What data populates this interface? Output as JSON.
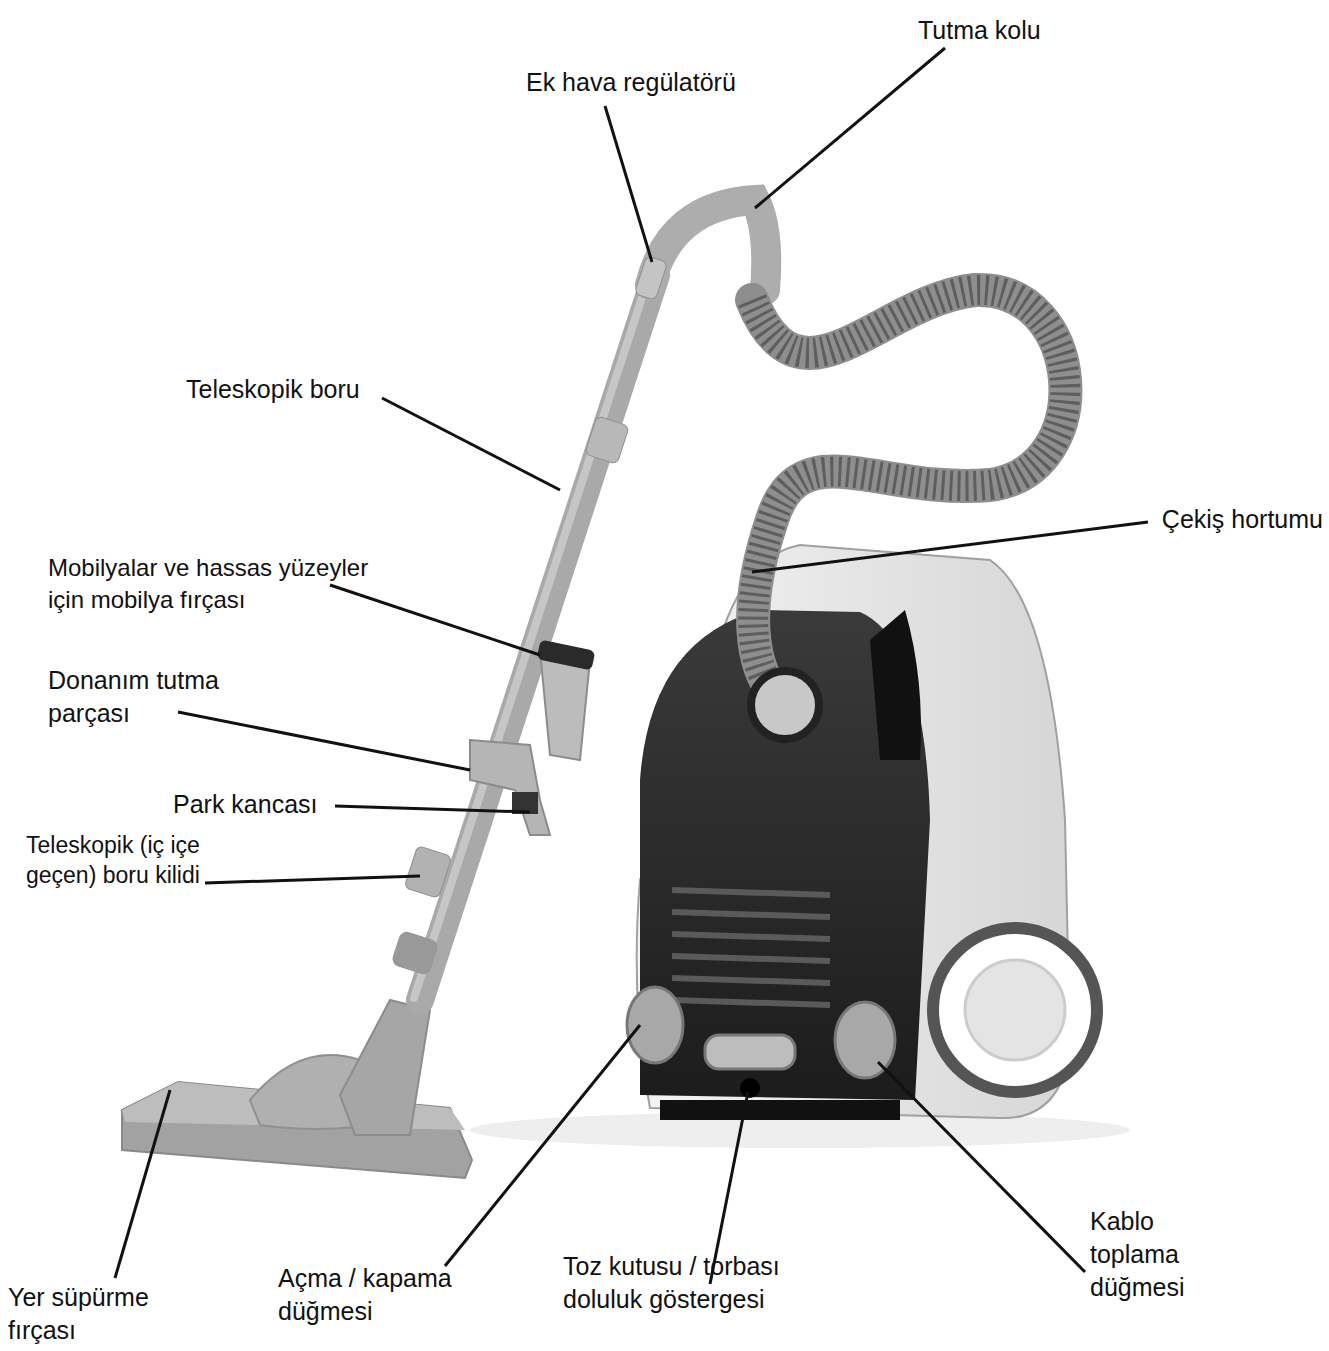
{
  "diagram": {
    "labels": [
      "Tutma kolu",
      "Ek hava regülatörü",
      "Teleskopik boru",
      "Çekiş hortumu",
      "Mobilyalar ve hassas yüzeyler için mobilya fırçası",
      "Donanım tutma parçası",
      "Park kancası",
      "Teleskopik (iç içe geçen) boru kilidi",
      "Yer süpürme fırçası",
      "Açma / kapama düğmesi",
      "Toz kutusu / torbası doluluk göstergesi",
      "Kablo toplama düğmesi"
    ]
  }
}
